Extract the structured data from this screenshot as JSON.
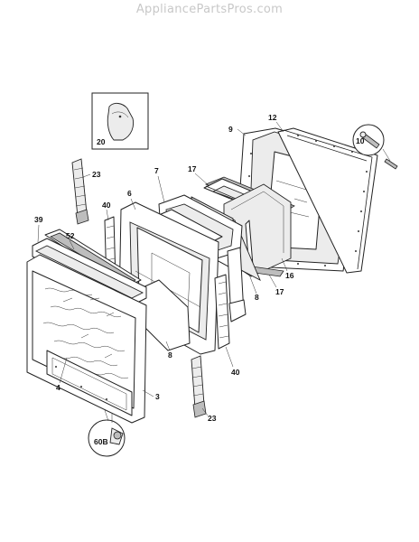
{
  "watermark": "AppliancePartsPros.com",
  "callouts": {
    "c3": "3",
    "c4": "4",
    "c6": "6",
    "c7": "7",
    "c8a": "8",
    "c8b": "8",
    "c9": "9",
    "c10": "10",
    "c12": "12",
    "c16": "16",
    "c17a": "17",
    "c17b": "17",
    "c20": "20",
    "c23a": "23",
    "c23b": "23",
    "c39": "39",
    "c40a": "40",
    "c40b": "40",
    "c52": "52",
    "c60b": "60B"
  }
}
